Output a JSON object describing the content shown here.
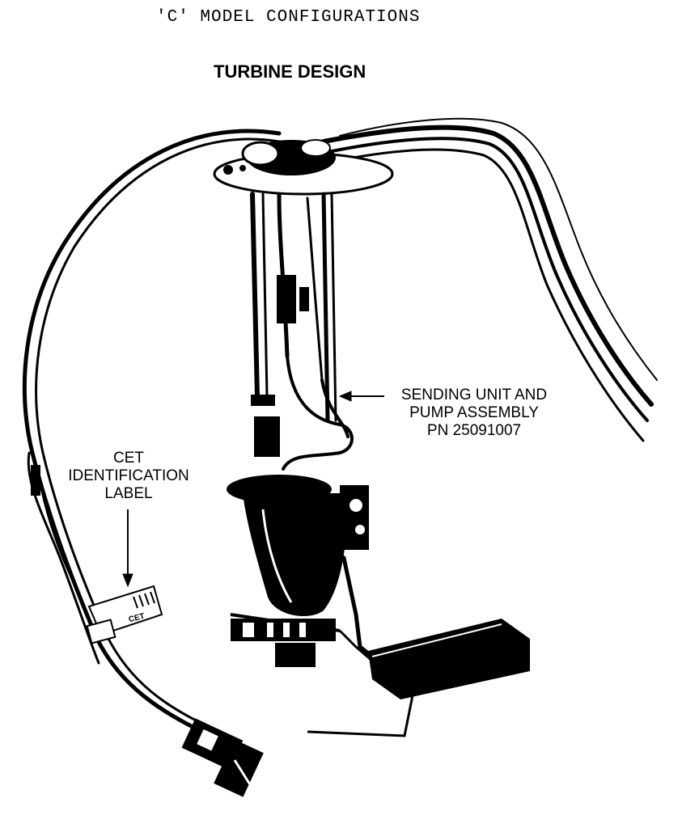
{
  "header": {
    "section_title": "'C' MODEL CONFIGURATIONS",
    "figure_title": "TURBINE DESIGN"
  },
  "callouts": {
    "sending_unit": {
      "lines": [
        "SENDING UNIT AND",
        "PUMP ASSEMBLY",
        "PN 25091007"
      ]
    },
    "cet_label": {
      "lines": [
        "CET",
        "IDENTIFICATION",
        "LABEL"
      ]
    }
  },
  "label_tag": {
    "text": "CET"
  },
  "colors": {
    "ink": "#000000",
    "paper": "#ffffff"
  }
}
